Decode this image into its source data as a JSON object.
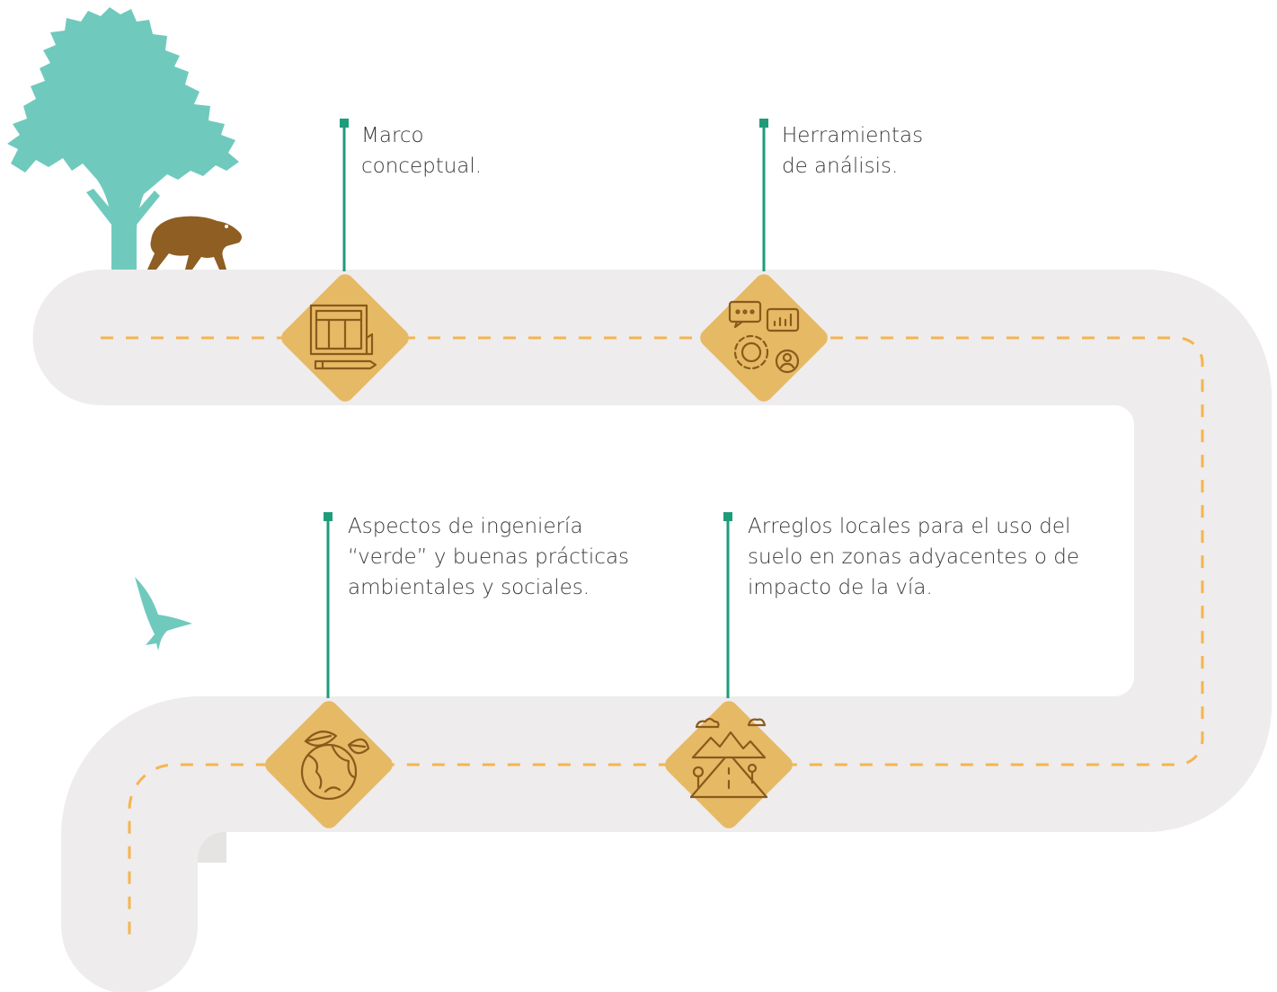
{
  "steps": [
    {
      "id": "marco-conceptual",
      "text": "Marco\nconceptual.",
      "icon": "blueprint-pencil-icon"
    },
    {
      "id": "herramientas-analisis",
      "text": "Herramientas\nde análisis.",
      "icon": "analysis-tools-icon"
    },
    {
      "id": "ingenieria-verde",
      "text": "Aspectos de ingeniería\n“verde” y buenas prácticas\nambientales y sociales.",
      "icon": "green-globe-icon"
    },
    {
      "id": "arreglos-locales",
      "text": "Arreglos locales para el uso del\nsuelo en zonas adyacentes o de\nimpacto de la vía.",
      "icon": "mountain-road-icon"
    }
  ],
  "decorations": [
    "tree-silhouette",
    "capybara-silhouette",
    "bird-silhouette"
  ],
  "colors": {
    "road": "#eeecec",
    "road_shadow": "#e4e1e1",
    "dash": "#f6b44f",
    "marker_fill": "#e6b965",
    "marker_icon": "#8a5a1c",
    "pin": "#1e9c7a",
    "tree": "#6fcabd",
    "bird": "#6fcabd",
    "capybara": "#8e5e22",
    "text": "#3a3a3a"
  }
}
